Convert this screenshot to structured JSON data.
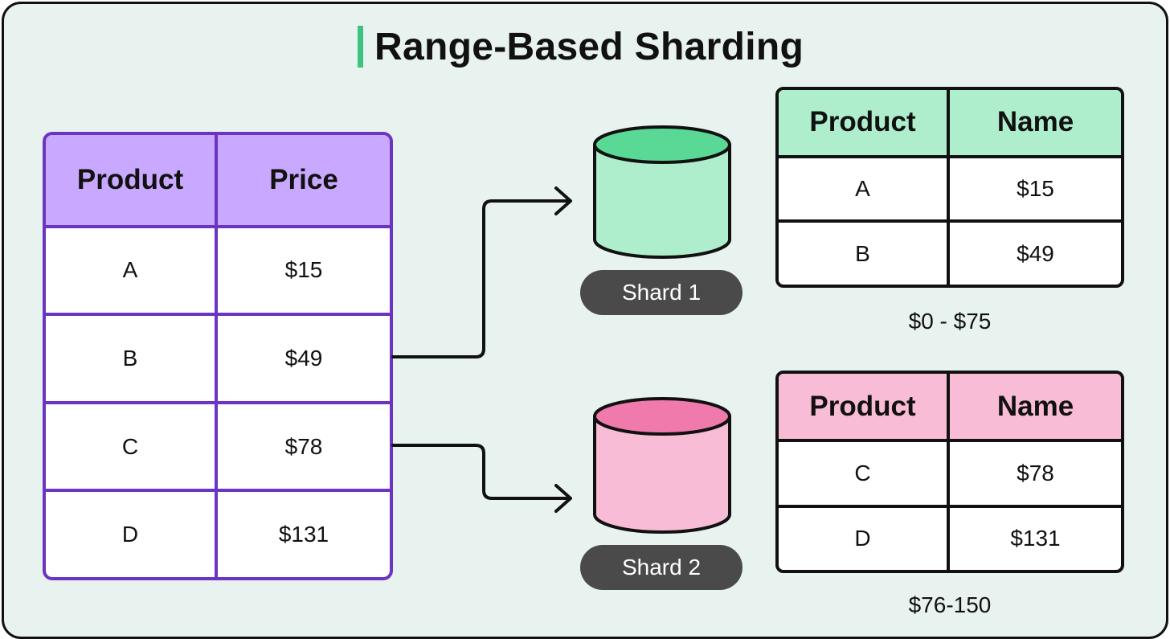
{
  "title": "Range-Based Sharding",
  "colors": {
    "background": "#e8f2ee",
    "title_accent": "#3ec27f",
    "source_border": "#6b35c2",
    "source_header": "#c9a8ff",
    "shard1_header": "#aeeecd",
    "shard1_cylinder_top": "#5ad996",
    "shard2_header": "#f8bcd6",
    "shard2_cylinder_top": "#f07aac",
    "pill": "#4a4a4a"
  },
  "source_table": {
    "headers": [
      "Product",
      "Price"
    ],
    "rows": [
      [
        "A",
        "$15"
      ],
      [
        "B",
        "$49"
      ],
      [
        "C",
        "$78"
      ],
      [
        "D",
        "$131"
      ]
    ]
  },
  "shards": [
    {
      "label": "Shard 1",
      "headers": [
        "Product",
        "Name"
      ],
      "rows": [
        [
          "A",
          "$15"
        ],
        [
          "B",
          "$49"
        ]
      ],
      "range": "$0 - $75"
    },
    {
      "label": "Shard 2",
      "headers": [
        "Product",
        "Name"
      ],
      "rows": [
        [
          "C",
          "$78"
        ],
        [
          "D",
          "$131"
        ]
      ],
      "range": "$76-150"
    }
  ]
}
